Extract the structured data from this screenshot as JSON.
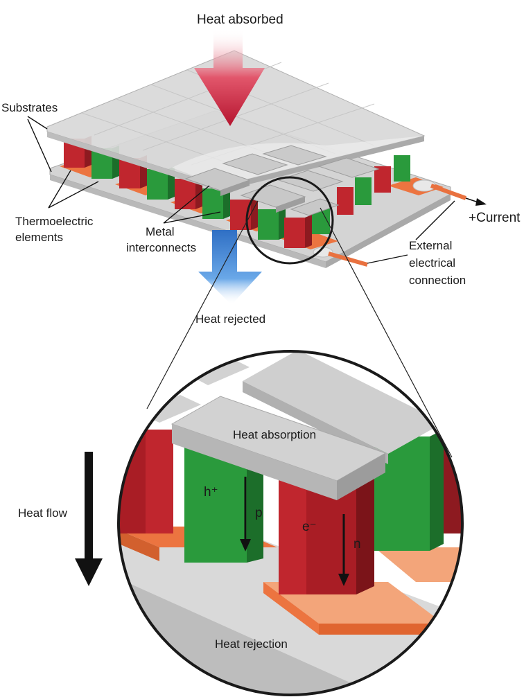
{
  "labels": {
    "heat_absorbed": "Heat absorbed",
    "substrates": "Substrates",
    "thermoelectric_1": "Thermoelectric",
    "thermoelectric_2": "elements",
    "metal_1": "Metal",
    "metal_2": "interconnects",
    "current": "+Current",
    "external_1": "External",
    "external_2": "electrical",
    "external_3": "connection",
    "heat_rejected": "Heat rejected",
    "heat_flow": "Heat flow",
    "heat_absorption": "Heat absorption",
    "heat_rejection": "Heat rejection",
    "hole": "h⁺",
    "p_type": "p",
    "electron": "e⁻",
    "n_type": "n"
  },
  "colors": {
    "p_leg": "#2a9a3c",
    "n_leg": "#c0262e",
    "interconnect": "#e9713f",
    "interconnect_light": "#f3a57a",
    "substrate": "#cfcfcf",
    "heat_in_arrow": "#c8283e",
    "heat_out_arrow": "#3f86d6"
  }
}
